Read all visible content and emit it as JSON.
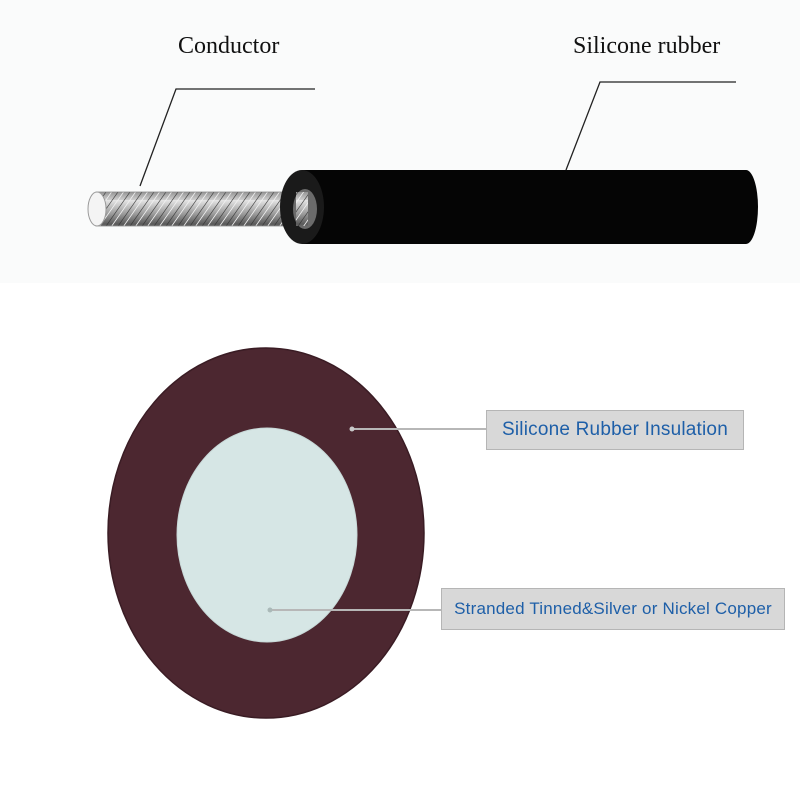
{
  "top_diagram": {
    "conductor_label": "Conductor",
    "jacket_label": "Silicone rubber"
  },
  "cross_section": {
    "insulation_label": "Silicone Rubber Insulation",
    "conductor_label": "Stranded Tinned&Silver or Nickel Copper"
  },
  "colors": {
    "jacket": "#050505",
    "insulation_ring": "#4c2730",
    "conductor_core": "#d6e6e5",
    "label_text": "#1e5fa8",
    "label_box": "#d8d8d8"
  }
}
